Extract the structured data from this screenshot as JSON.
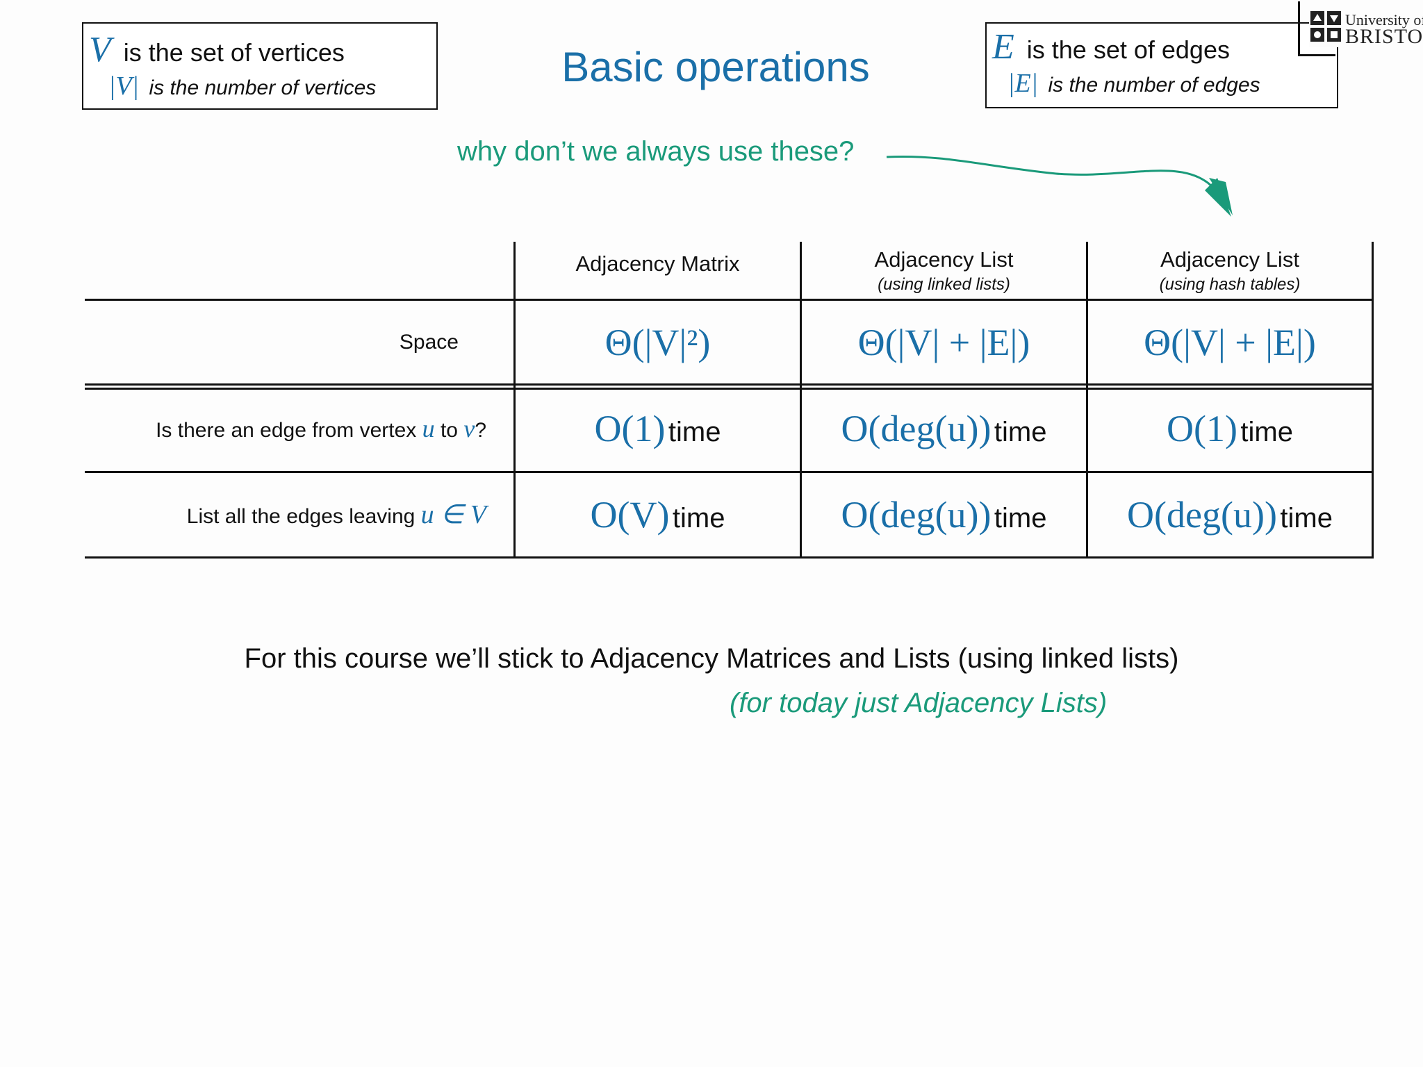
{
  "title": "Basic operations",
  "vertex_box": {
    "symbol": "V",
    "line1_text": "is the set of vertices",
    "abs_symbol": "|V|",
    "line2_text": "is the number of vertices"
  },
  "edge_box": {
    "symbol": "E",
    "line1_text": "is the set of edges",
    "abs_symbol": "|E|",
    "line2_text": "is the number of edges"
  },
  "question": "why don’t we always use these?",
  "logo": {
    "line1": "University of",
    "line2": "BRISTOL"
  },
  "table": {
    "headers": [
      {
        "label": "Adjacency Matrix",
        "sub": ""
      },
      {
        "label": "Adjacency List",
        "sub": "(using linked lists)"
      },
      {
        "label": "Adjacency List",
        "sub": "(using hash tables)"
      }
    ],
    "rows": [
      {
        "label_parts": [
          "Space"
        ],
        "cells": [
          {
            "math": "Θ(|V|²)",
            "unit": ""
          },
          {
            "math": "Θ(|V| + |E|)",
            "unit": ""
          },
          {
            "math": "Θ(|V| + |E|)",
            "unit": ""
          }
        ]
      },
      {
        "label_parts": [
          "Is there an edge from vertex ",
          "u",
          " to ",
          "v",
          "?"
        ],
        "cells": [
          {
            "math": "O(1)",
            "unit": "time"
          },
          {
            "math": "O(deg(u))",
            "unit": "time"
          },
          {
            "math": "O(1)",
            "unit": "time"
          }
        ]
      },
      {
        "label_parts": [
          "List all the edges leaving ",
          "u ∈ V"
        ],
        "cells": [
          {
            "math": "O(V)",
            "unit": "time"
          },
          {
            "math": "O(deg(u))",
            "unit": "time"
          },
          {
            "math": "O(deg(u))",
            "unit": "time"
          }
        ]
      }
    ]
  },
  "footer": {
    "line1": "For this course we’ll stick to Adjacency Matrices and Lists (using linked lists)",
    "line2": "(for today just Adjacency Lists)"
  },
  "colors": {
    "accent_blue": "#1a6fa8",
    "accent_green": "#1a9a7a"
  }
}
